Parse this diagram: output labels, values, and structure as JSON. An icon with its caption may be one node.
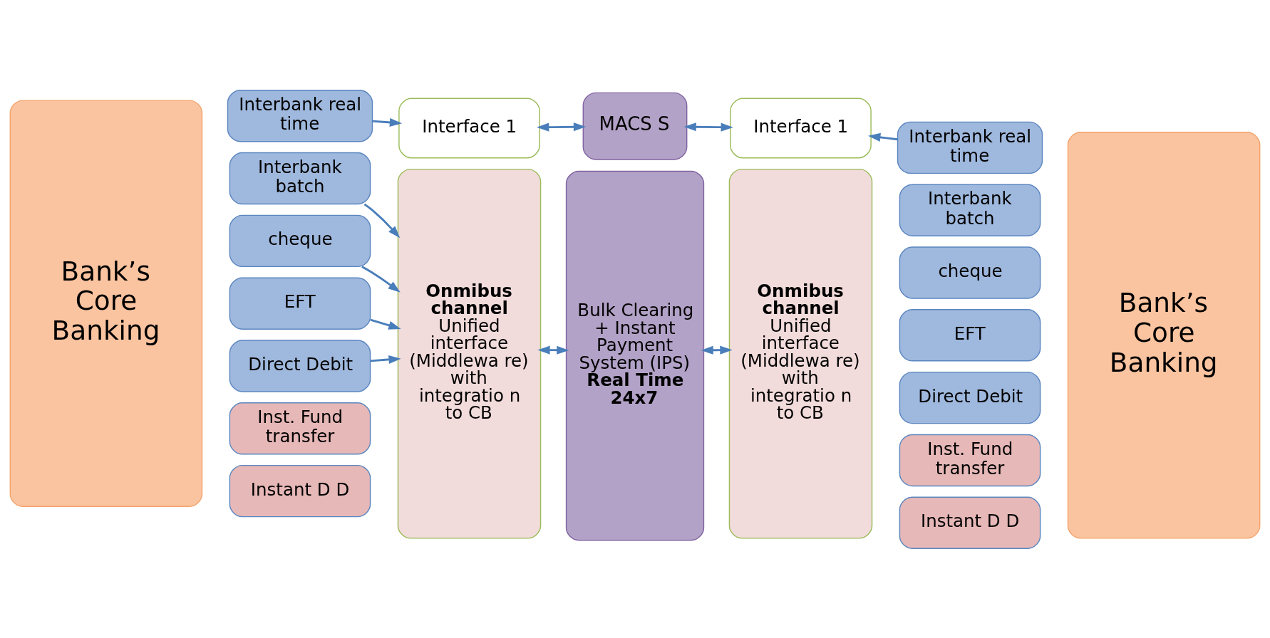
{
  "diagram": {
    "nodes": [
      {
        "text": [
          "Bank’s Core Banking"
        ]
      },
      {
        "text": [
          "Interbank real time"
        ]
      },
      {
        "text": [
          "Interface 1"
        ]
      },
      {
        "text": [
          "MACS S"
        ]
      },
      {
        "text": [
          "Interface 1"
        ]
      },
      {
        "text": [
          "Interbank real time"
        ]
      },
      {
        "text": [
          "Interbank batch"
        ]
      },
      {
        "text": [
          "Onmibus channel",
          "Unified interface (Middlewa re) with integratio n to CB"
        ]
      },
      {
        "text": [
          "Bulk Clearing + Instant Payment System (IPS)",
          "Real Time 24x7"
        ]
      },
      {
        "text": [
          "Onmibus channel",
          "Unified interface (Middlewa re) with integratio n to CB"
        ]
      },
      {
        "text": [
          "Interbank batch"
        ]
      },
      {
        "text": [
          "Bank’s Core Banking"
        ]
      },
      {
        "text": [
          "cheque"
        ]
      },
      {
        "text": [
          "cheque"
        ]
      },
      {
        "text": [
          "EFT"
        ]
      },
      {
        "text": [
          "EFT"
        ]
      },
      {
        "text": [
          "Direct Debit"
        ]
      },
      {
        "text": [
          "Direct Debit"
        ]
      },
      {
        "text": [
          "Inst. Fund transfer"
        ]
      },
      {
        "text": [
          "Inst. Fund transfer"
        ]
      },
      {
        "text": [
          "Instant D D"
        ]
      },
      {
        "text": [
          "Instant D D"
        ]
      }
    ],
    "edges": [
      {
        "from": 1,
        "to": 2,
        "arrow": "to"
      },
      {
        "from": 2,
        "to": 3,
        "arrow": "both"
      },
      {
        "from": 3,
        "to": 4,
        "arrow": "both"
      },
      {
        "from": 5,
        "to": 4,
        "arrow": "to"
      },
      {
        "from": 6,
        "to": 7,
        "arrow": "to"
      },
      {
        "from": 12,
        "to": 7,
        "arrow": "to"
      },
      {
        "from": 14,
        "to": 7,
        "arrow": "to"
      },
      {
        "from": 16,
        "to": 7,
        "arrow": "to"
      },
      {
        "from": 7,
        "to": 8,
        "arrow": "both"
      },
      {
        "from": 8,
        "to": 9,
        "arrow": "both"
      }
    ]
  }
}
